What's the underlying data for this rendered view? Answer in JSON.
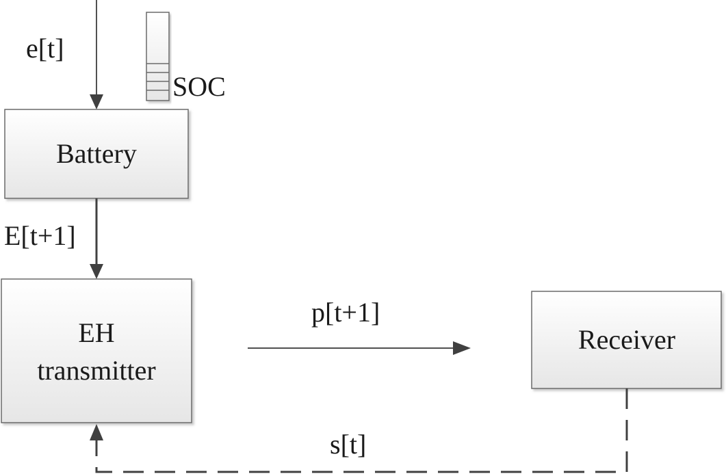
{
  "nodes": {
    "battery": {
      "label": "Battery"
    },
    "transmitter": {
      "label_line1": "EH",
      "label_line2": "transmitter"
    },
    "receiver": {
      "label": "Receiver"
    }
  },
  "edges": {
    "harvest": {
      "label": "e[t]"
    },
    "battery_to_transmitter": {
      "label": "E[t+1]"
    },
    "transmit": {
      "label": "p[t+1]"
    },
    "feedback": {
      "label": "s[t]"
    }
  },
  "indicators": {
    "soc": {
      "label": "SOC"
    }
  },
  "colors": {
    "box_fill_top": "#ffffff",
    "box_fill_bottom": "#e6e6e6",
    "box_stroke": "#6b6b6b",
    "line": "#404040"
  }
}
